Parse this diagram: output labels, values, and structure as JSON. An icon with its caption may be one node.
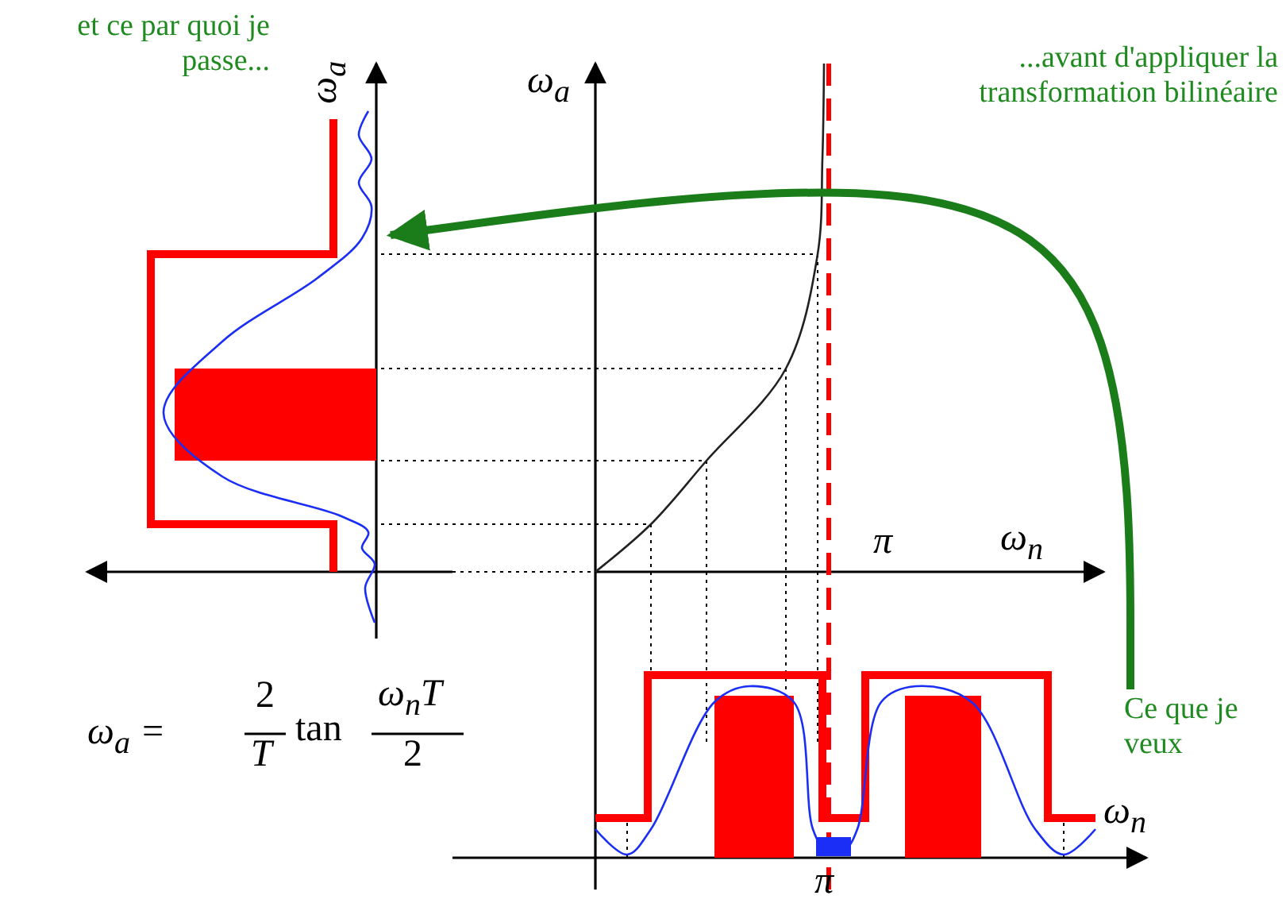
{
  "diagram": {
    "nodes": [
      {
        "text": [],
        "shape": "picture"
      },
      {
        "text": [
          "Ce que je veux"
        ]
      }
    ],
    "edges": [
      {
        "from": 1,
        "to": 0,
        "arrow": "to"
      }
    ],
    "labels": [
      "et ce par quoi je passe...",
      "...avant d'appliquer la transformation bilinéaire",
      "ω$_{a}$",
      "ω$_{a}$",
      "π",
      "ω$_{n}$",
      "ω$_{a}$ =",
      "2",
      "T",
      "tan",
      "ω$_{n}$T",
      "2",
      "ω$_{n}$",
      "π"
    ]
  }
}
